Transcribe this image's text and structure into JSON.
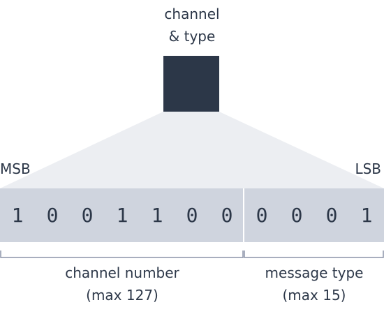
{
  "top_label": {
    "line1": "channel",
    "line2": "& type"
  },
  "ends": {
    "left": "MSB",
    "right": "LSB"
  },
  "bits": [
    "1",
    "0",
    "0",
    "1",
    "1",
    "0",
    "0",
    "0",
    "0",
    "0",
    "1"
  ],
  "fields": {
    "channel": {
      "name": "channel number",
      "note": "(max 127)"
    },
    "type": {
      "name": "message type",
      "note": "(max 15)"
    }
  },
  "colors": {
    "dark": "#2c3748",
    "bit_band": "#cfd4de",
    "fan": "#eceef2",
    "bracket": "#8b93a8"
  }
}
